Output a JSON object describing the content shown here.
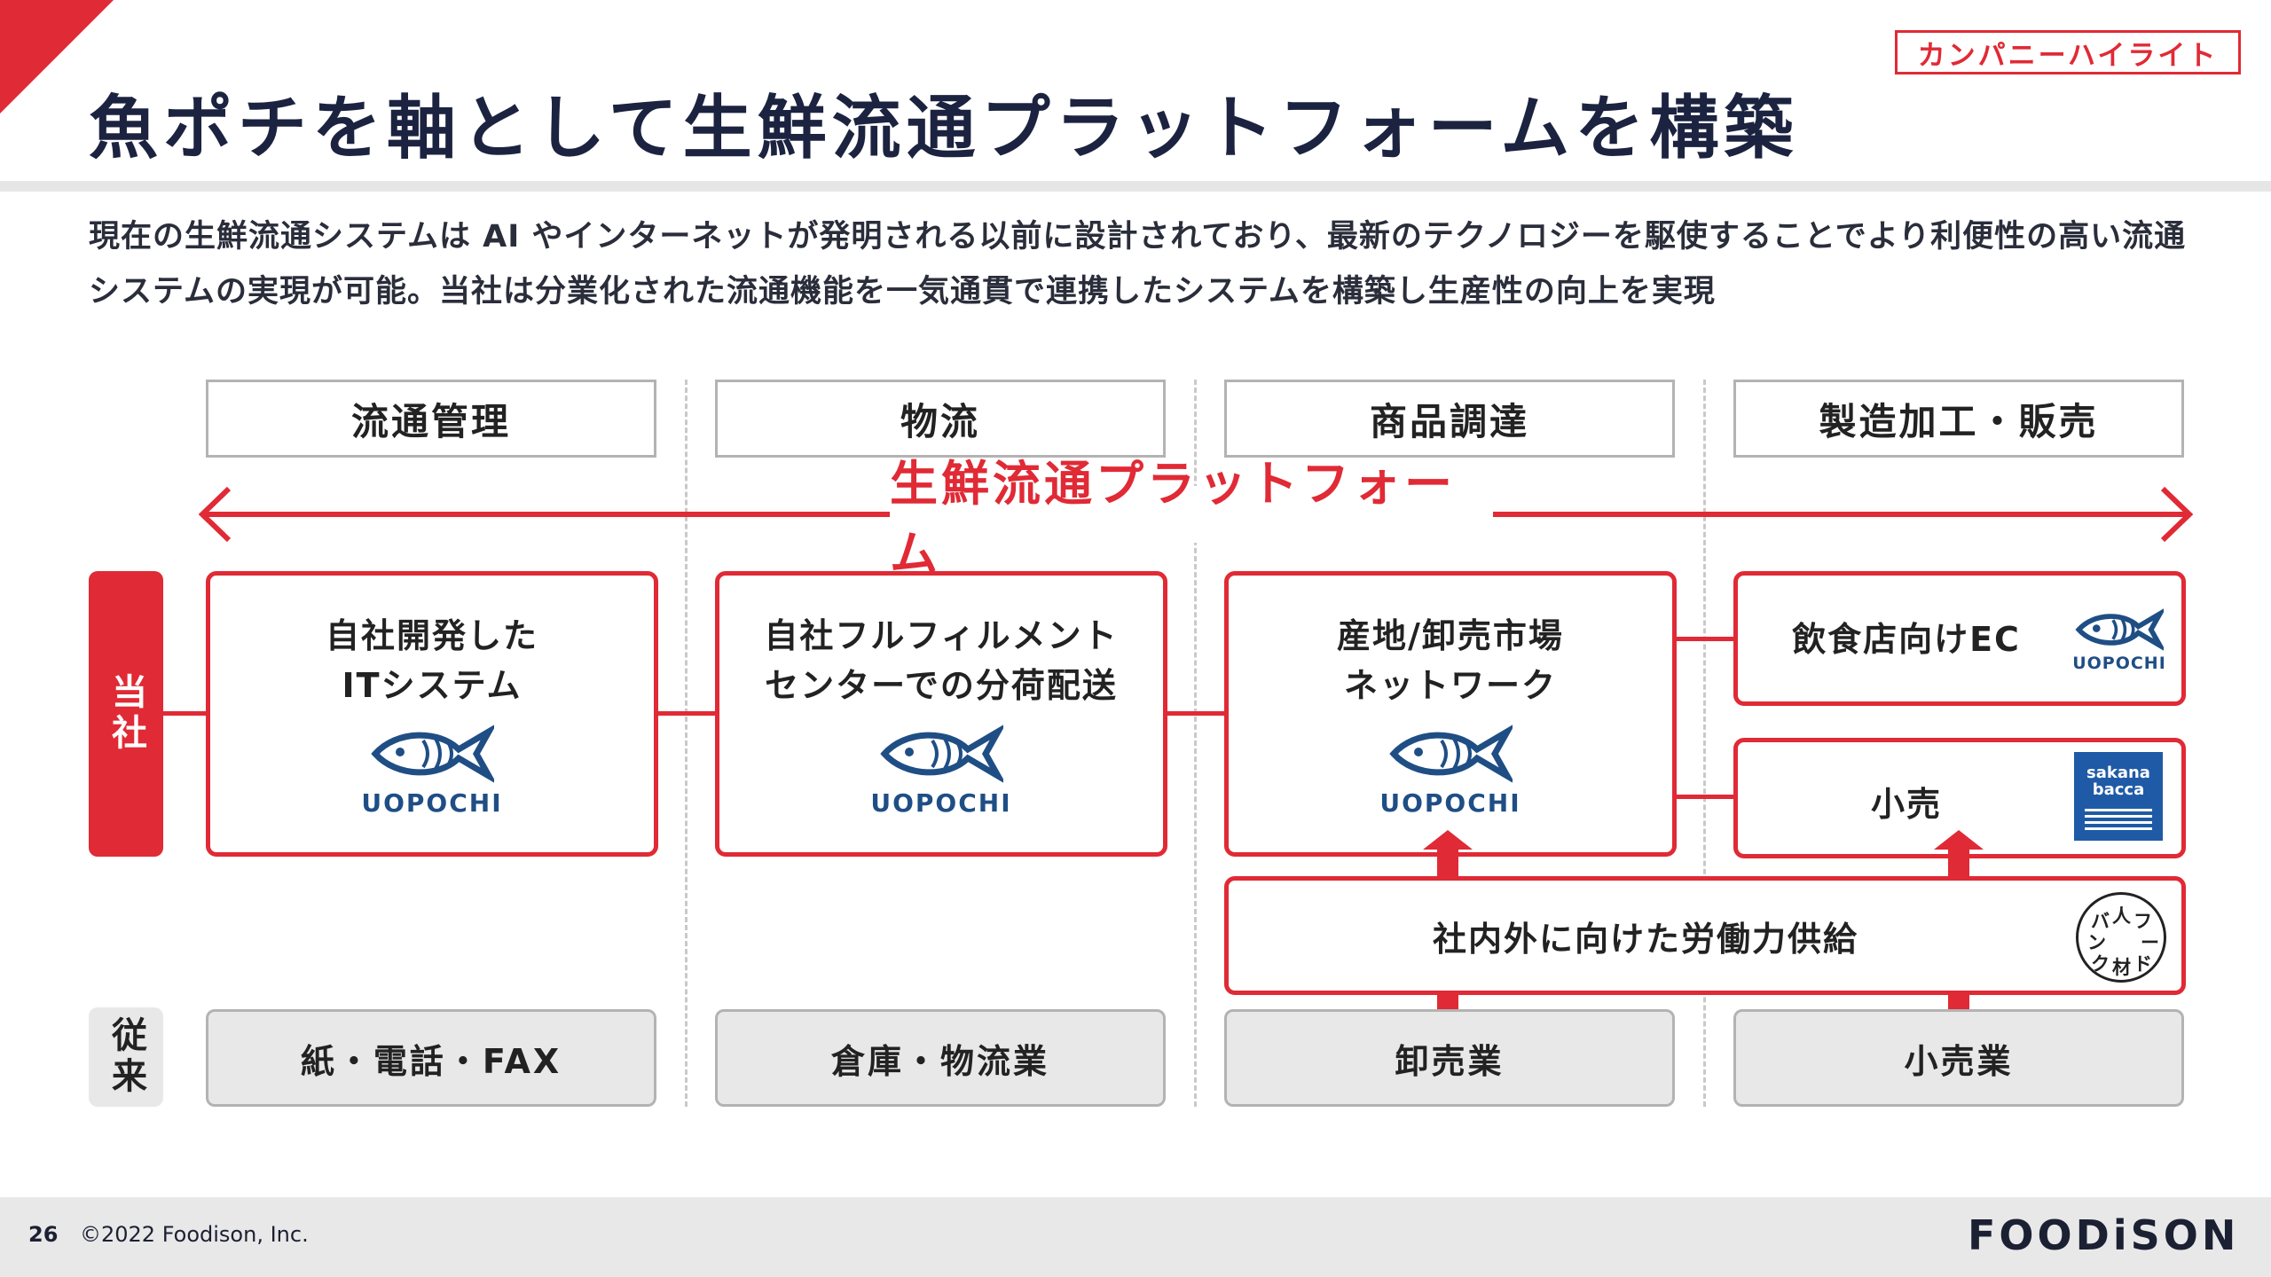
{
  "badge": "カンパニーハイライト",
  "title": "魚ポチを軸として生鮮流通プラットフォームを構築",
  "lead": "現在の生鮮流通システムは AI やインターネットが発明される以前に設計されており、最新のテクノロジーを駆使することでより利便性の高い流通システムの実現が可能。当社は分業化された流通機能を一気通貫で連携したシステムを構築し生産性の向上を実現",
  "columns": [
    "流通管理",
    "物流",
    "商品調達",
    "製造加工・販売"
  ],
  "platform_label": "生鮮流通プラットフォーム",
  "side_labels": {
    "ours": "当社",
    "legacy": "従来"
  },
  "boxes": {
    "it_system": {
      "line1": "自社開発した",
      "line2": "ITシステム"
    },
    "fulfillment": {
      "line1": "自社フルフィルメント",
      "line2": "センターでの分荷配送"
    },
    "network": {
      "line1": "産地/卸売市場",
      "line2": "ネットワーク"
    },
    "ec": "飲食店向けEC",
    "retail": "小売",
    "labor": "社内外に向けた労働力供給"
  },
  "logo_text": "UOPOCHI",
  "sakana_text": {
    "line1": "sakana",
    "line2": "bacca"
  },
  "stamp_chars": [
    "バ",
    "人",
    "フ",
    "ン",
    "ー",
    "ク",
    "材",
    "ド"
  ],
  "legacy": [
    "紙・電話・FAX",
    "倉庫・物流業",
    "卸売業",
    "小売業"
  ],
  "footer": {
    "page": "26",
    "copyright": "©2022 Foodison, Inc.",
    "brand": "FOODiSON"
  },
  "colors": {
    "accent": "#e02a35",
    "navy": "#1c2340",
    "logo_blue": "#1f4e85",
    "gray": "#e8e8e8"
  }
}
